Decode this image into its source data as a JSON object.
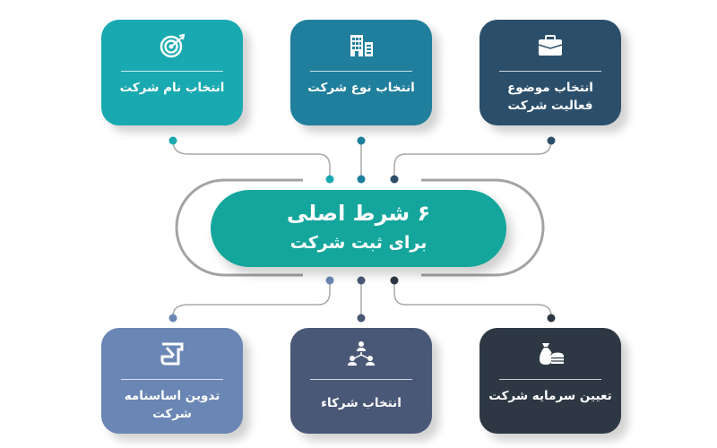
{
  "title": {
    "line1": "۶ شرط اصلی",
    "line2": "برای ثبت شرکت"
  },
  "colors": {
    "teal": "#19a9b1",
    "blue": "#1f7f9c",
    "navy": "#2b4f6b",
    "slate_blue": "#6a86b4",
    "dark_slate": "#4a5877",
    "charcoal": "#2d3844",
    "center": "#14a69c",
    "connector": "#a8a8a8"
  },
  "steps": [
    {
      "label": "انتخاب نام شرکت",
      "icon": "target-icon"
    },
    {
      "label": "انتخاب نوع شرکت",
      "icon": "building-icon"
    },
    {
      "label": "انتخاب موضوع فعالیت شرکت",
      "icon": "briefcase-icon"
    },
    {
      "label": "تدوین اساسنامه شرکت",
      "icon": "document-scroll-icon"
    },
    {
      "label": "انتخاب شرکاء",
      "icon": "partners-network-icon"
    },
    {
      "label": "تعیین سرمایه شرکت",
      "icon": "money-bag-coins-icon"
    }
  ]
}
